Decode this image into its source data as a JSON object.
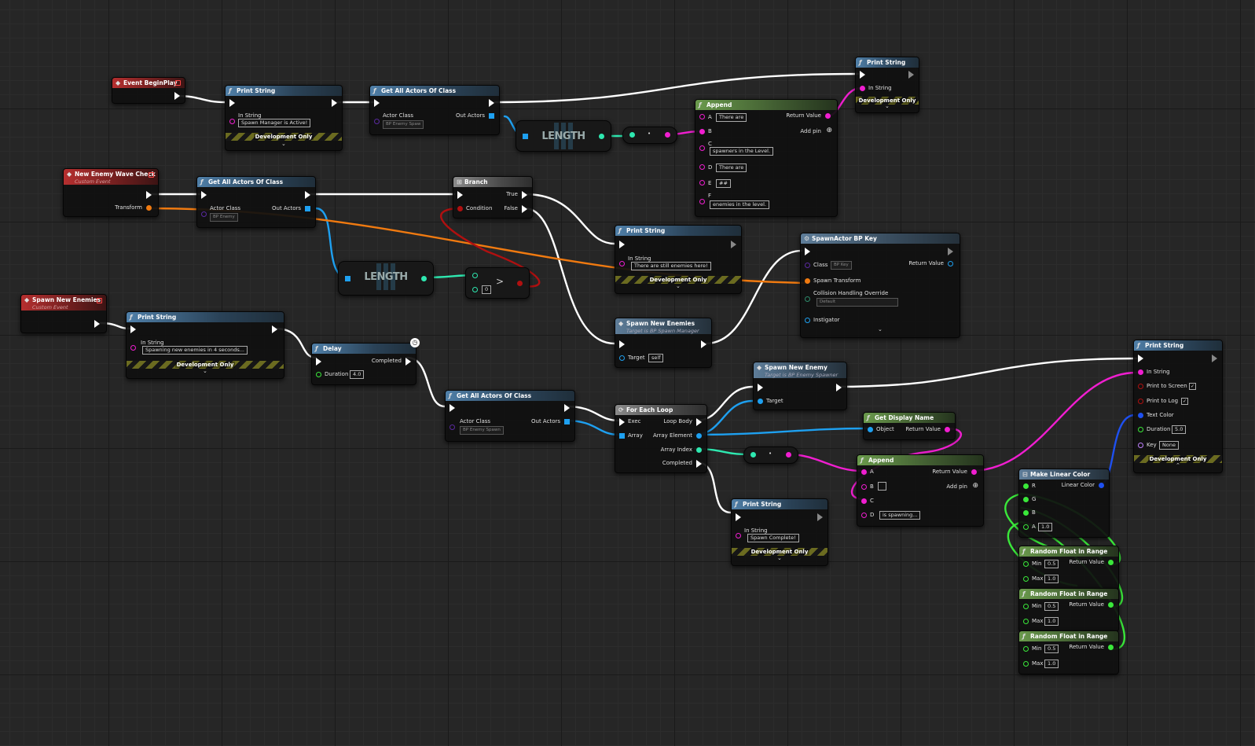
{
  "nodes": {
    "event_beginplay": {
      "title": "Event BeginPlay"
    },
    "ps_active": {
      "title": "Print String",
      "in_string_label": "In String",
      "in_string": "Spawn Manager is Active!",
      "dev": "Development Only"
    },
    "gaa_top": {
      "title": "Get All Actors Of Class",
      "actor_class_label": "Actor Class",
      "actor_class": "BP Enemy Spaw",
      "out_label": "Out Actors"
    },
    "length_top": {
      "title": "LENGTH"
    },
    "append_top": {
      "title": "Append",
      "a_label": "A",
      "a": "There are",
      "b_label": "B",
      "c_label": "C",
      "c": "spawners in the Level.",
      "d_label": "D",
      "d": "There are",
      "e_label": "E",
      "e": "##",
      "f_label": "F",
      "f": "enemies in the level.",
      "return_label": "Return Value",
      "add_pin": "Add pin"
    },
    "ps_topright": {
      "title": "Print String",
      "in_string_label": "In String",
      "dev": "Development Only"
    },
    "wave_check": {
      "title": "New Enemy Wave Check",
      "subtitle": "Custom Event",
      "transform_label": "Transform"
    },
    "gaa_mid": {
      "title": "Get All Actors Of Class",
      "actor_class_label": "Actor Class",
      "actor_class": "BP Enemy",
      "out_label": "Out Actors"
    },
    "length_mid": {
      "title": "LENGTH"
    },
    "compare": {
      "op": ">",
      "value": "0"
    },
    "branch": {
      "title": "Branch",
      "true_label": "True",
      "condition_label": "Condition",
      "false_label": "False"
    },
    "ps_still": {
      "title": "Print String",
      "in_string_label": "In String",
      "in_string": "There are still enemies here!",
      "dev": "Development Only"
    },
    "spawn_actor": {
      "title": "SpawnActor BP Key",
      "class_label": "Class",
      "class_value": "BP Key",
      "return_label": "Return Value",
      "transform_label": "Spawn Transform",
      "collision_label": "Collision Handling Override",
      "collision_value": "Default",
      "instigator_label": "Instigator"
    },
    "spawn_call": {
      "title": "Spawn New Enemies",
      "subtitle": "Target is BP Spawn Manager",
      "target_label": "Target",
      "target": "self"
    },
    "spawn_event": {
      "title": "Spawn New Enemies",
      "subtitle": "Custom Event"
    },
    "ps_spawning": {
      "title": "Print String",
      "in_string_label": "In String",
      "in_string": "Spawning new enemies in 4 seconds...",
      "dev": "Development Only"
    },
    "delay": {
      "title": "Delay",
      "completed_label": "Completed",
      "duration_label": "Duration",
      "duration": "4.0"
    },
    "gaa_bottom": {
      "title": "Get All Actors Of Class",
      "actor_class_label": "Actor Class",
      "actor_class": "BP Enemy Spawn",
      "out_label": "Out Actors"
    },
    "foreach": {
      "title": "For Each Loop",
      "exec_label": "Exec",
      "loop_body_label": "Loop Body",
      "array_label": "Array",
      "element_label": "Array Element",
      "index_label": "Array Index",
      "completed_label": "Completed"
    },
    "spawn_enemy": {
      "title": "Spawn New Enemy",
      "subtitle": "Target is BP Enemy Spawner",
      "target_label": "Target"
    },
    "display_name": {
      "title": "Get Display Name",
      "object_label": "Object",
      "return_label": "Return Value"
    },
    "append_bottom": {
      "title": "Append",
      "a_label": "A",
      "b_label": "B",
      "c_label": "C",
      "d_label": "D",
      "d": "is spawning...",
      "return_label": "Return Value",
      "add_pin": "Add pin"
    },
    "ps_complete": {
      "title": "Print String",
      "in_string_label": "In String",
      "in_string": "Spawn Complete!",
      "dev": "Development Only"
    },
    "make_color": {
      "title": "Make Linear Color",
      "r_label": "R",
      "g_label": "G",
      "b_label": "B",
      "a_label": "A",
      "a": "1.0",
      "out_label": "Linear Color"
    },
    "ps_final": {
      "title": "Print String",
      "in_string_label": "In String",
      "screen_label": "Print to Screen",
      "log_label": "Print to Log",
      "color_label": "Text Color",
      "duration_label": "Duration",
      "duration": "5.0",
      "key_label": "Key",
      "key": "None",
      "dev": "Development Only"
    },
    "rand1": {
      "title": "Random Float in Range",
      "min_label": "Min",
      "min": "0.5",
      "max_label": "Max",
      "max": "1.0",
      "return_label": "Return Value"
    },
    "rand2": {
      "title": "Random Float in Range",
      "min_label": "Min",
      "min": "0.5",
      "max_label": "Max",
      "max": "1.0",
      "return_label": "Return Value"
    },
    "rand3": {
      "title": "Random Float in Range",
      "min_label": "Min",
      "min": "0.5",
      "max_label": "Max",
      "max": "1.0",
      "return_label": "Return Value"
    }
  },
  "colors": {
    "exec": "#ffffff",
    "string": "#f01ed0",
    "object": "#1ea0f0",
    "integer": "#2ee8b0",
    "float": "#3ae83a",
    "bool": "#b01010",
    "struct": "#f07a10",
    "class": "#5a2aa0",
    "color_struct": "#1e50f0"
  }
}
